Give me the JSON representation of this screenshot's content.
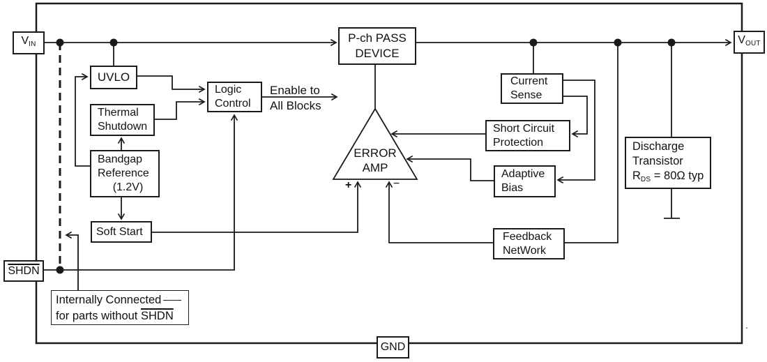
{
  "diagram": {
    "pins": {
      "vin": {
        "base": "V",
        "sub": "IN"
      },
      "vout": {
        "base": "V",
        "sub": "OUT"
      },
      "shdn": {
        "label": "SHDN"
      },
      "gnd": {
        "label": "GND"
      }
    },
    "blocks": {
      "uvlo": {
        "line1": "UVLO"
      },
      "thermal_shutdown": {
        "line1": "Thermal",
        "line2": "Shutdown"
      },
      "bandgap": {
        "line1": "Bandgap",
        "line2": "Reference",
        "line3": "(1.2V)"
      },
      "soft_start": {
        "line1": "Soft Start"
      },
      "logic_control": {
        "line1": "Logic",
        "line2": "Control"
      },
      "pass_device": {
        "line1": "P-ch PASS",
        "line2": "DEVICE"
      },
      "error_amp": {
        "line1": "ERROR",
        "line2": "AMP",
        "plus": "+",
        "minus": "−"
      },
      "current_sense": {
        "line1": "Current",
        "line2": "Sense"
      },
      "short_circuit": {
        "line1": "Short Circuit",
        "line2": "Protection"
      },
      "adaptive_bias": {
        "line1": "Adaptive",
        "line2": "Bias"
      },
      "feedback": {
        "line1": "Feedback",
        "line2": "NetWork"
      },
      "discharge": {
        "line1": "Discharge",
        "line2": "Transistor",
        "r_base": "R",
        "r_sub": "DS",
        "r_rest": " = 80Ω typ"
      }
    },
    "annotations": {
      "enable_line1": "Enable to",
      "enable_line2": "All Blocks",
      "note_line1": "Internally Connected",
      "note_line2_prefix": "for parts without ",
      "note_shdn": "SHDN",
      "stray_mark": "."
    },
    "colors": {
      "line": "#1a1a1a",
      "background": "#ffffff",
      "text": "#111111"
    }
  }
}
